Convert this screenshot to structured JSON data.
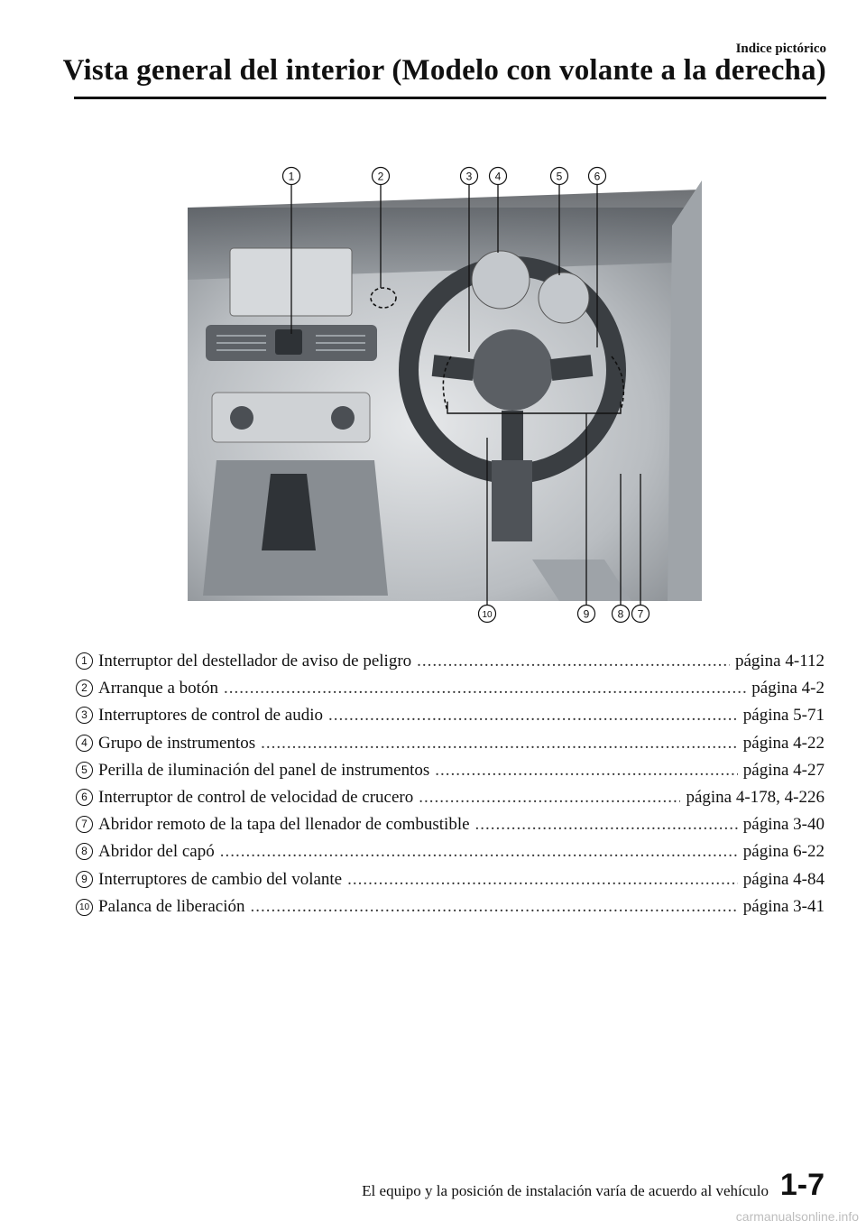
{
  "header": {
    "section": "Indice pictórico",
    "title": "Vista general del interior (Modelo con volante a la derecha)"
  },
  "figure": {
    "callouts_top": [
      "1",
      "2",
      "3",
      "4",
      "5",
      "6"
    ],
    "callouts_bottom": [
      "10",
      "9",
      "8",
      "7"
    ]
  },
  "items": [
    {
      "num": "1",
      "label": "Interruptor del destellador de aviso de peligro",
      "page": "página 4-112"
    },
    {
      "num": "2",
      "label": "Arranque a botón",
      "page": "página 4-2"
    },
    {
      "num": "3",
      "label": "Interruptores de control de audio",
      "page": "página 5-71"
    },
    {
      "num": "4",
      "label": "Grupo de instrumentos",
      "page": "página 4-22"
    },
    {
      "num": "5",
      "label": "Perilla de iluminación del panel de instrumentos",
      "page": "página 4-27"
    },
    {
      "num": "6",
      "label": "Interruptor de control de velocidad de crucero",
      "page": "página 4-178, 4-226"
    },
    {
      "num": "7",
      "label": "Abridor remoto de la tapa del llenador de combustible",
      "page": "página 3-40"
    },
    {
      "num": "8",
      "label": "Abridor del capó",
      "page": "página 6-22"
    },
    {
      "num": "9",
      "label": "Interruptores de cambio del volante",
      "page": "página 4-84"
    },
    {
      "num": "10",
      "label": "Palanca de liberación",
      "page": "página 3-41"
    }
  ],
  "footer": {
    "note": "El equipo y la posición de instalación varía de acuerdo al vehículo",
    "page": "1-7"
  },
  "watermark": "carmanualsonline.info"
}
